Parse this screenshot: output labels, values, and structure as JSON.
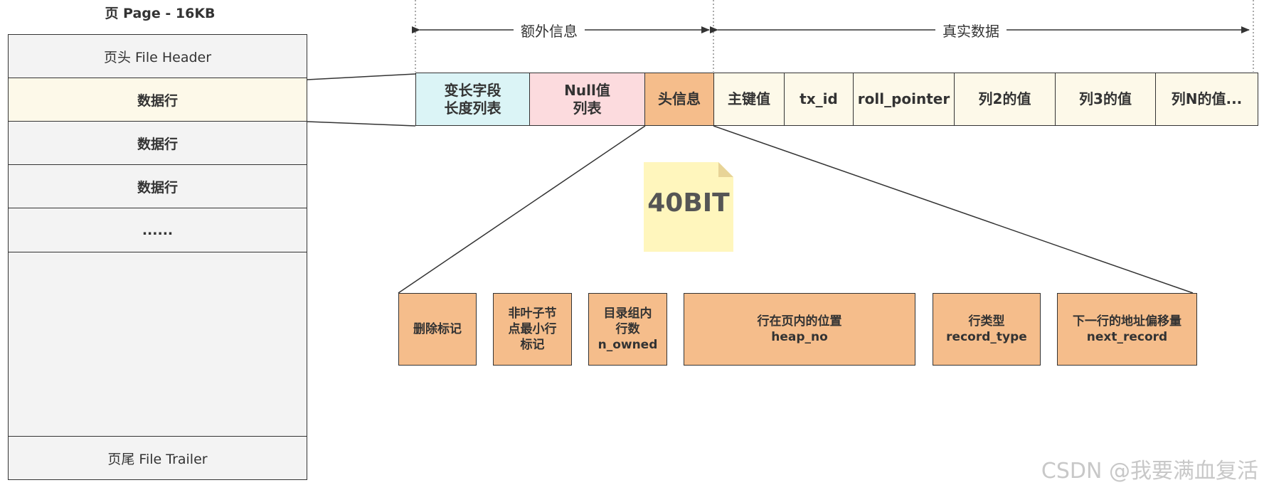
{
  "page": {
    "title": "页 Page - 16KB",
    "file_header": "页头 File Header",
    "rows": [
      "数据行",
      "数据行",
      "数据行"
    ],
    "ellipsis": "......",
    "file_trailer": "页尾 File Trailer"
  },
  "spans": {
    "extra_info": "额外信息",
    "real_data": "真实数据"
  },
  "record": {
    "variable_length_list": "变长字段\n长度列表",
    "null_list": "Null值\n列表",
    "header_info": "头信息",
    "primary_key": "主键值",
    "tx_id": "tx_id",
    "roll_pointer": "roll_pointer",
    "col2": "列2的值",
    "col3": "列3的值",
    "colN": "列N的值..."
  },
  "note": "40BIT",
  "header_fields": {
    "delete_mark": "删除标记",
    "min_rec_mark": "非叶子节\n点最小行\n标记",
    "n_owned": "目录组内\n行数\nn_owned",
    "heap_no": "行在页内的位置\nheap_no",
    "record_type": "行类型\nrecord_type",
    "next_record": "下一行的地址偏移量\nnext_record"
  },
  "watermark": "CSDN @我要满血复活",
  "colors": {
    "page_fill": "#f3f3f3",
    "highlight_row": "#fdf9e9",
    "variable_length_fill": "#dbf4f6",
    "null_fill": "#fcdbde",
    "header_fill": "#f5bd8b",
    "data_fill": "#fdf9e9",
    "note_fill": "#fff6bd"
  }
}
